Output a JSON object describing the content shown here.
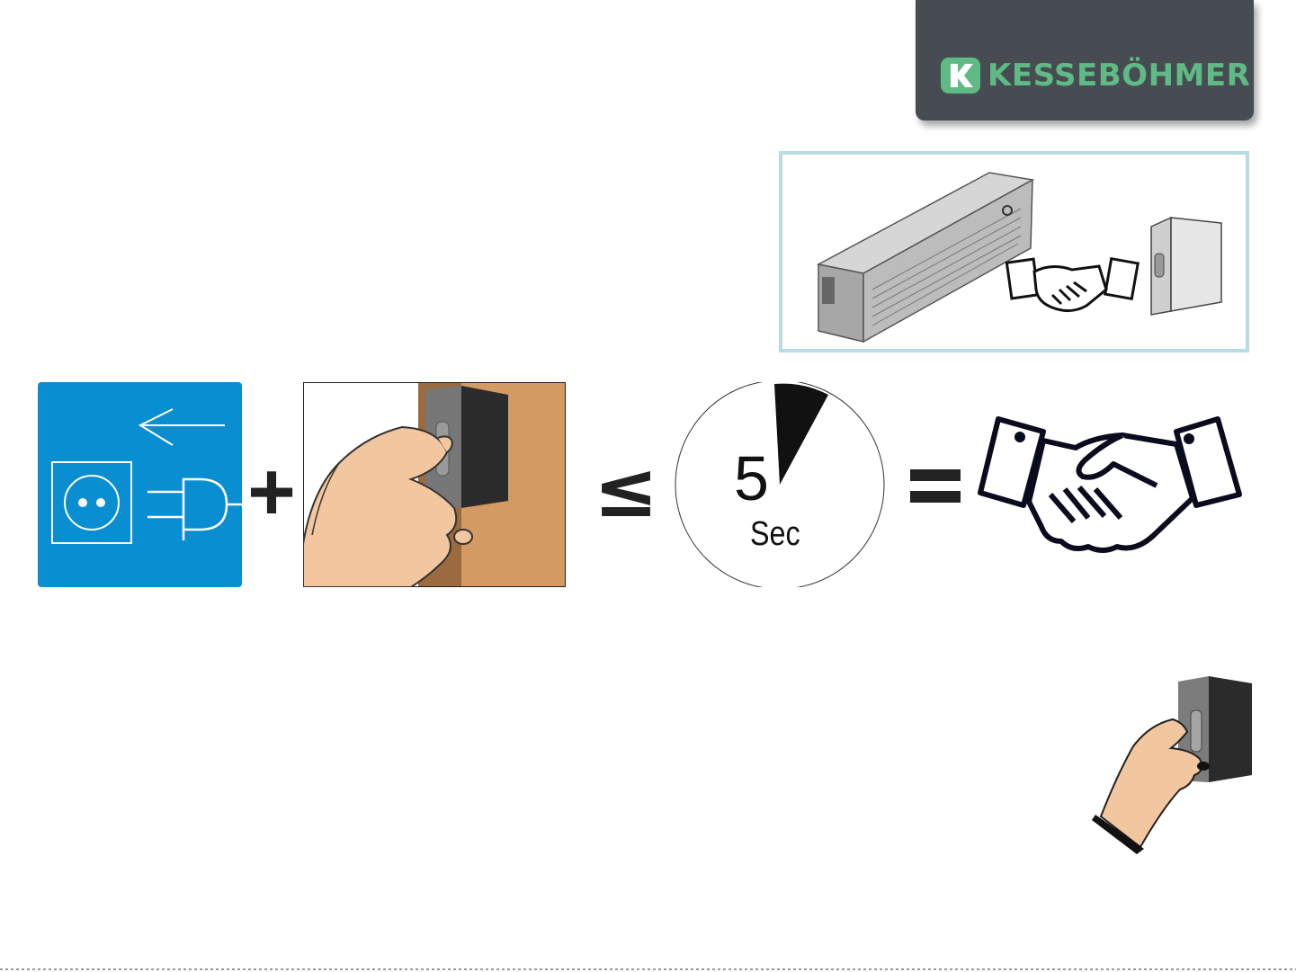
{
  "brand": {
    "name": "KESSEBÖHMER",
    "colors": {
      "tab": "#474c52",
      "logo_green": "#5fba85"
    }
  },
  "sequence": {
    "operator_plus": "+",
    "operator_leq": "≤",
    "operator_equals": "=",
    "timer": {
      "number": "5",
      "unit": "Sec"
    }
  },
  "icons": [
    "power-socket-icon",
    "plug-icon",
    "arrow-left-icon",
    "hand-press-switch-icon",
    "timer-icon",
    "handshake-icon",
    "battery-device-icon",
    "switch-icon"
  ],
  "colors": {
    "power_panel": "#0a8ed2",
    "frame_border": "#b7dde2",
    "wood": "#d49a63",
    "skin": "#f2c7a0"
  }
}
